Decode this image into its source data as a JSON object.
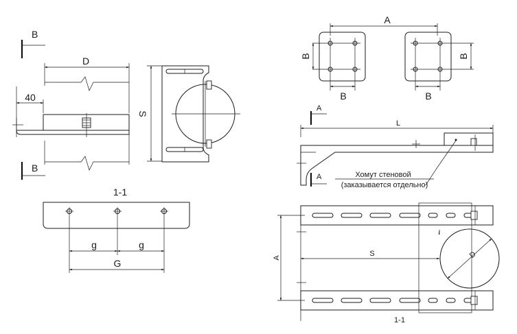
{
  "labels": {
    "A": "A",
    "B": "B",
    "D": "D",
    "L": "L",
    "S": "S",
    "g": "g",
    "G": "G",
    "forty": "40",
    "section": "1-1"
  },
  "note": {
    "line1": "Хомут стеновой",
    "line2": "(заказывается отдельно)"
  }
}
